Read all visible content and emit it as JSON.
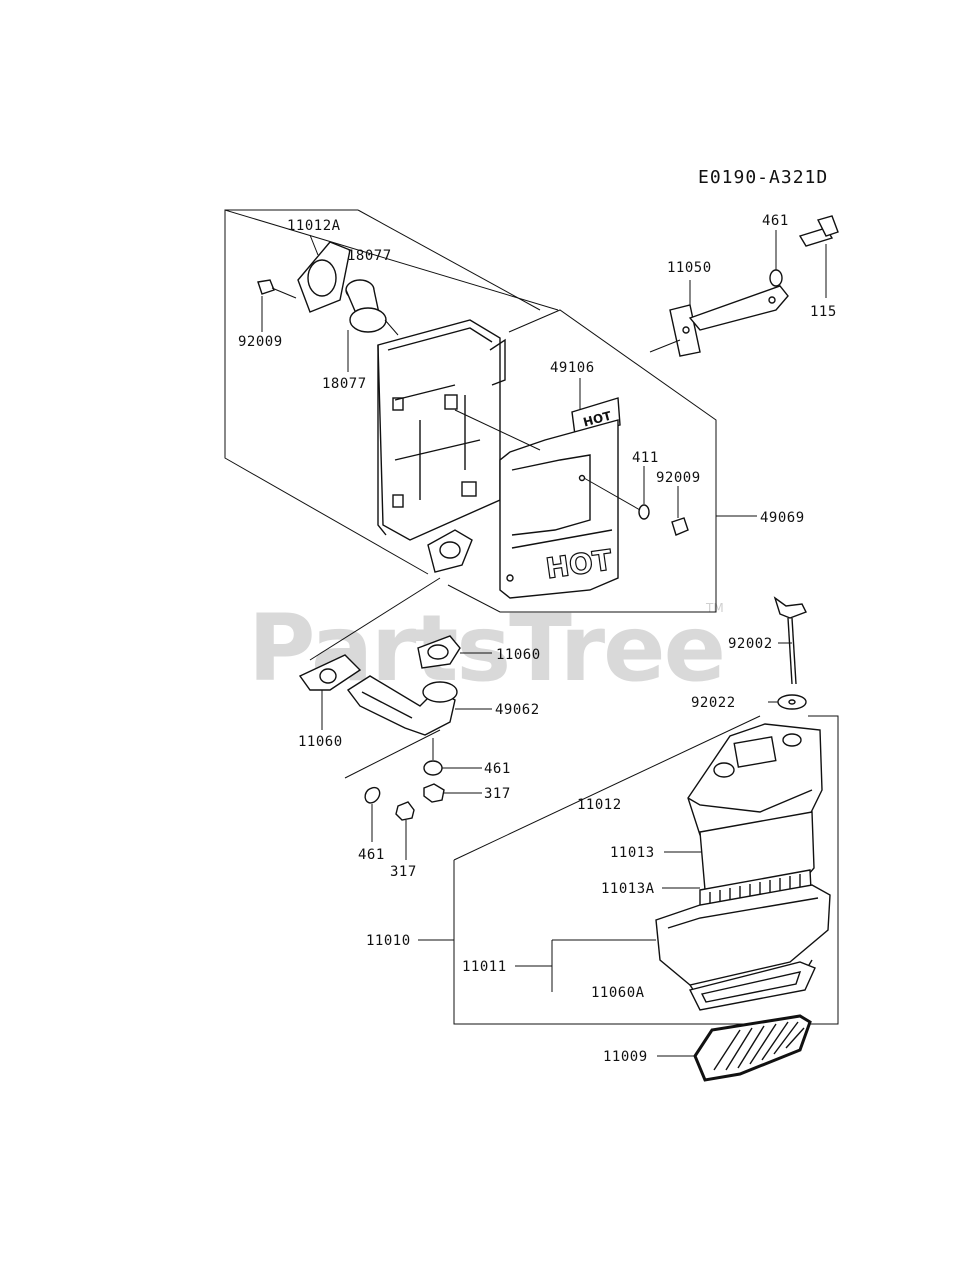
{
  "diagram_code": "E0190-A321D",
  "watermark": "PartsTree",
  "watermark_mark": "TM",
  "hot_label": "HOT",
  "labels": {
    "l11012A": "11012A",
    "l18077a": "18077",
    "l92009a": "92009",
    "l18077b": "18077",
    "l461a": "461",
    "l11050": "11050",
    "l115": "115",
    "l49106": "49106",
    "l411": "411",
    "l92009b": "92009",
    "l49069": "49069",
    "l92002": "92002",
    "l11060a": "11060",
    "l11060b": "11060",
    "l49062": "49062",
    "l92022": "92022",
    "l461b": "461",
    "l317a": "317",
    "l461c": "461",
    "l317b": "317",
    "l11012": "11012",
    "l11013": "11013",
    "l11013A": "11013A",
    "l11010": "11010",
    "l11011": "11011",
    "l11060A": "11060A",
    "l11009": "11009"
  }
}
